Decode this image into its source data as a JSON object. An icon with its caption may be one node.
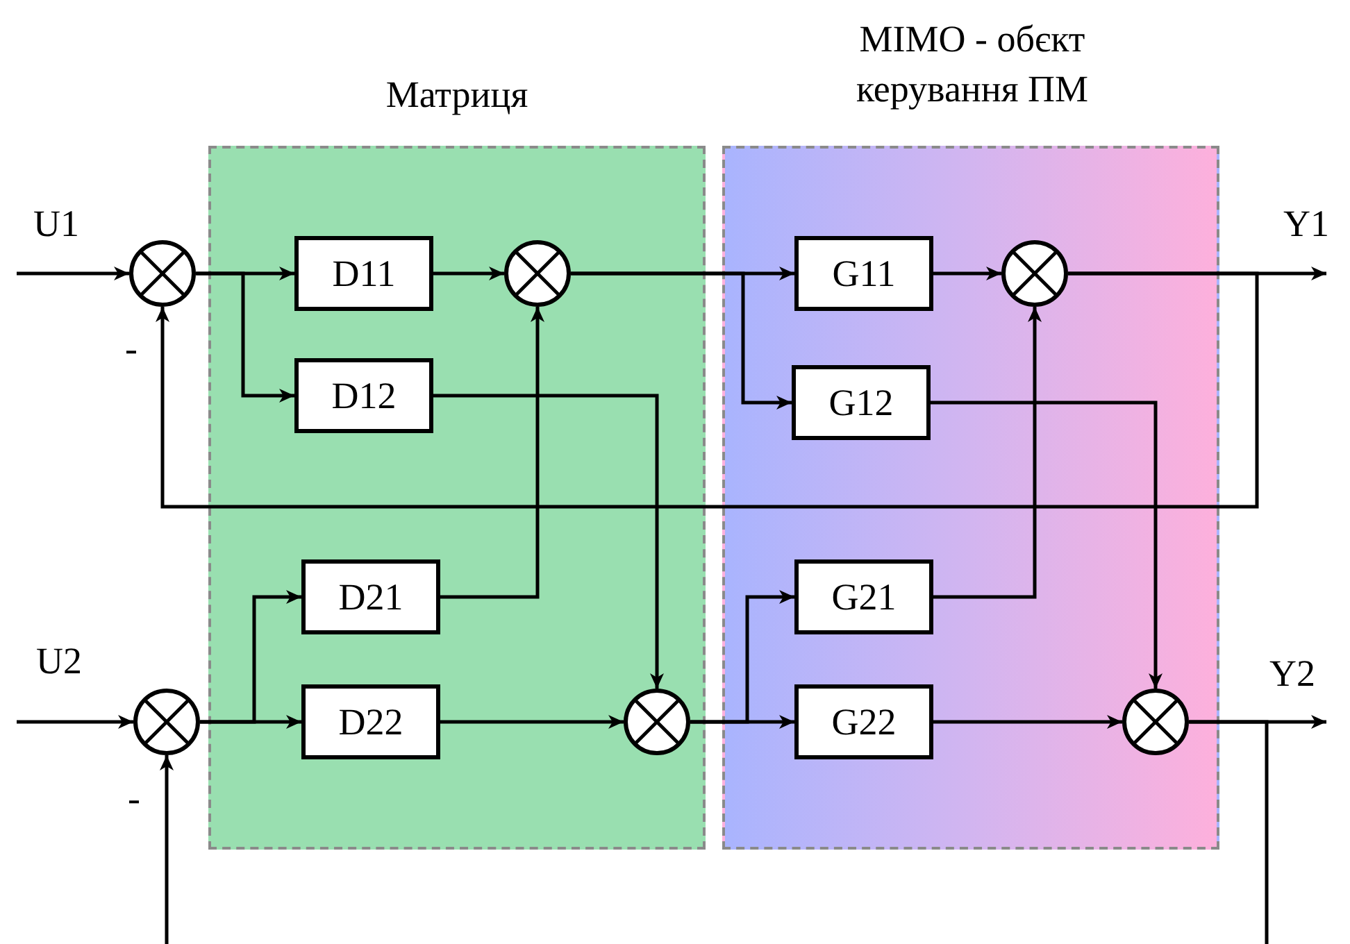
{
  "diagram": {
    "nodes": [
      {
        "text": [
          "Матриця"
        ]
      },
      {
        "text": [
          "D11"
        ],
        "in": 0
      },
      {
        "text": [
          "D12"
        ],
        "in": 0
      },
      {
        "text": [
          "D21"
        ],
        "in": 0
      },
      {
        "text": [
          "D22"
        ],
        "in": 0
      },
      {
        "text": [],
        "shape": "circle",
        "in": 0
      },
      {
        "text": [],
        "shape": "circle",
        "in": 0
      },
      {
        "text": [
          "MIMO - обєкт керування ПМ"
        ]
      },
      {
        "text": [
          "G11"
        ],
        "in": 7
      },
      {
        "text": [
          "G12"
        ],
        "in": 7
      },
      {
        "text": [
          "G21"
        ],
        "in": 7
      },
      {
        "text": [
          "G22"
        ],
        "in": 7
      },
      {
        "text": [],
        "shape": "circle",
        "in": 7
      },
      {
        "text": [],
        "shape": "circle",
        "in": 7
      },
      {
        "text": [],
        "shape": "circle"
      },
      {
        "text": [],
        "shape": "circle"
      }
    ],
    "edges": [
      {
        "from": null,
        "to": 14,
        "arrow": "to"
      },
      {
        "from": 14,
        "to": 1,
        "arrow": "to"
      },
      {
        "from": 14,
        "to": 2,
        "arrow": "to"
      },
      {
        "from": 1,
        "to": 5,
        "arrow": "to"
      },
      {
        "from": 3,
        "to": 5,
        "arrow": "to"
      },
      {
        "from": 2,
        "to": 6,
        "arrow": "to"
      },
      {
        "from": 4,
        "to": 6,
        "arrow": "to"
      },
      {
        "from": 5,
        "to": 8,
        "arrow": "to"
      },
      {
        "from": 5,
        "to": 9,
        "arrow": "to"
      },
      {
        "from": 8,
        "to": 12,
        "arrow": "to"
      },
      {
        "from": 10,
        "to": 12,
        "arrow": "to"
      },
      {
        "from": 9,
        "to": 13,
        "arrow": "to"
      },
      {
        "from": 11,
        "to": 13,
        "arrow": "to"
      },
      {
        "from": 12,
        "to": null,
        "arrow": "to"
      },
      {
        "from": 12,
        "to": 14,
        "arrow": "to"
      },
      {
        "from": null,
        "to": 15,
        "arrow": "to"
      },
      {
        "from": 15,
        "to": 3,
        "arrow": "to"
      },
      {
        "from": 15,
        "to": 4,
        "arrow": "to"
      },
      {
        "from": 6,
        "to": 10,
        "arrow": "to"
      },
      {
        "from": 6,
        "to": 11,
        "arrow": "to"
      },
      {
        "from": 13,
        "to": null,
        "arrow": "to"
      },
      {
        "from": 13,
        "to": null,
        "arrow": "none"
      },
      {
        "from": null,
        "to": 15,
        "arrow": "to"
      }
    ],
    "labels": [
      "U1",
      "-",
      "Y1",
      "U2",
      "Y2",
      "-"
    ]
  }
}
